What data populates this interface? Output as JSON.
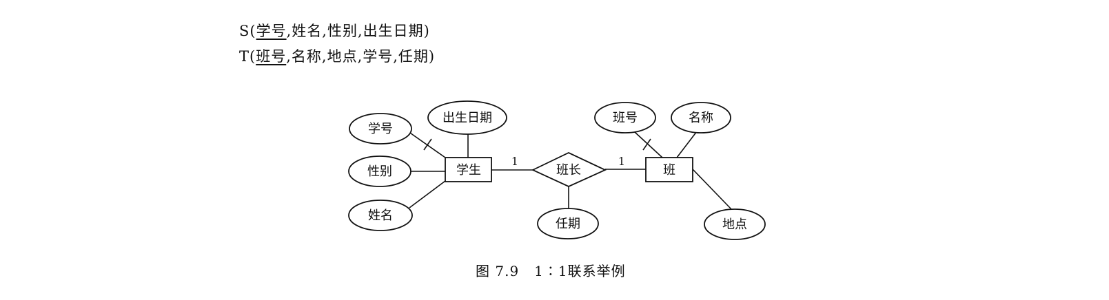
{
  "schemas": {
    "s": {
      "name": "S",
      "open": "(",
      "key": "学号",
      "rest": ",姓名,性别,出生日期",
      "close": ")"
    },
    "t": {
      "name": "T",
      "open": "(",
      "key": "班号",
      "rest": ",名称,地点,学号,任期",
      "close": ")"
    }
  },
  "entities": {
    "student": "学生",
    "class": "班"
  },
  "relationship": {
    "label": "班长",
    "card_left": "1",
    "card_right": "1",
    "attribute": "任期"
  },
  "student_attributes": {
    "id": "学号",
    "birth": "出生日期",
    "gender": "性别",
    "name": "姓名"
  },
  "class_attributes": {
    "id": "班号",
    "name": "名称",
    "location": "地点"
  },
  "caption": {
    "number": "图 7.9",
    "text": "1∶1联系举例"
  }
}
